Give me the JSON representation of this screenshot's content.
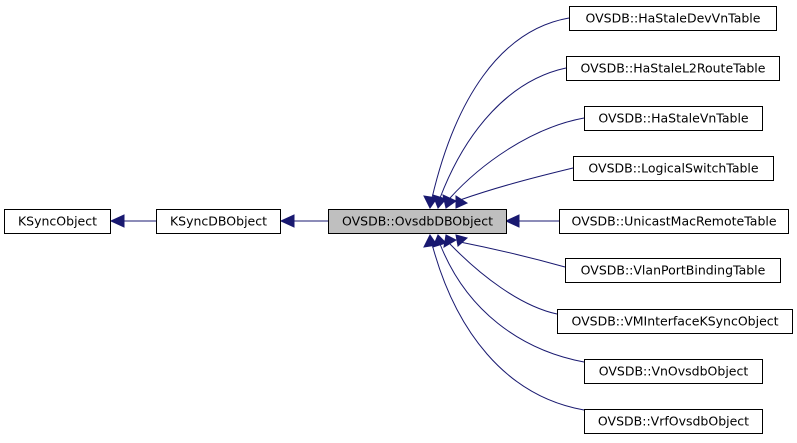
{
  "diagram": {
    "nodes": [
      {
        "id": "ksyncobject",
        "label": "KSyncObject"
      },
      {
        "id": "ksyncdbobject",
        "label": "KSyncDBObject"
      },
      {
        "id": "ovsdbdbobject",
        "label": "OVSDB::OvsdbDBObject",
        "focus": true
      },
      {
        "id": "hastaledevvntable",
        "label": "OVSDB::HaStaleDevVnTable"
      },
      {
        "id": "hastalel2routetable",
        "label": "OVSDB::HaStaleL2RouteTable"
      },
      {
        "id": "hastalevntable",
        "label": "OVSDB::HaStaleVnTable"
      },
      {
        "id": "logicalswitchtable",
        "label": "OVSDB::LogicalSwitchTable"
      },
      {
        "id": "unicastmacremotetable",
        "label": "OVSDB::UnicastMacRemoteTable"
      },
      {
        "id": "vlanportbindingtable",
        "label": "OVSDB::VlanPortBindingTable"
      },
      {
        "id": "vminterfaceksyncobject",
        "label": "OVSDB::VMInterfaceKSyncObject"
      },
      {
        "id": "vnovsdbobject",
        "label": "OVSDB::VnOvsdbObject"
      },
      {
        "id": "vrfovsdbobject",
        "label": "OVSDB::VrfOvsdbObject"
      }
    ],
    "edges": [
      {
        "from": "ksyncdbobject",
        "to": "ksyncobject"
      },
      {
        "from": "ovsdbdbobject",
        "to": "ksyncdbobject"
      },
      {
        "from": "hastaledevvntable",
        "to": "ovsdbdbobject"
      },
      {
        "from": "hastalel2routetable",
        "to": "ovsdbdbobject"
      },
      {
        "from": "hastalevntable",
        "to": "ovsdbdbobject"
      },
      {
        "from": "logicalswitchtable",
        "to": "ovsdbdbobject"
      },
      {
        "from": "unicastmacremotetable",
        "to": "ovsdbdbobject"
      },
      {
        "from": "vlanportbindingtable",
        "to": "ovsdbdbobject"
      },
      {
        "from": "vminterfaceksyncobject",
        "to": "ovsdbdbobject"
      },
      {
        "from": "vnovsdbobject",
        "to": "ovsdbdbobject"
      },
      {
        "from": "vrfovsdbobject",
        "to": "ovsdbdbobject"
      }
    ],
    "colors": {
      "edge": "#191970",
      "focus_fill": "#bfbfbf",
      "node_fill": "#ffffff",
      "node_border": "#000000"
    }
  }
}
